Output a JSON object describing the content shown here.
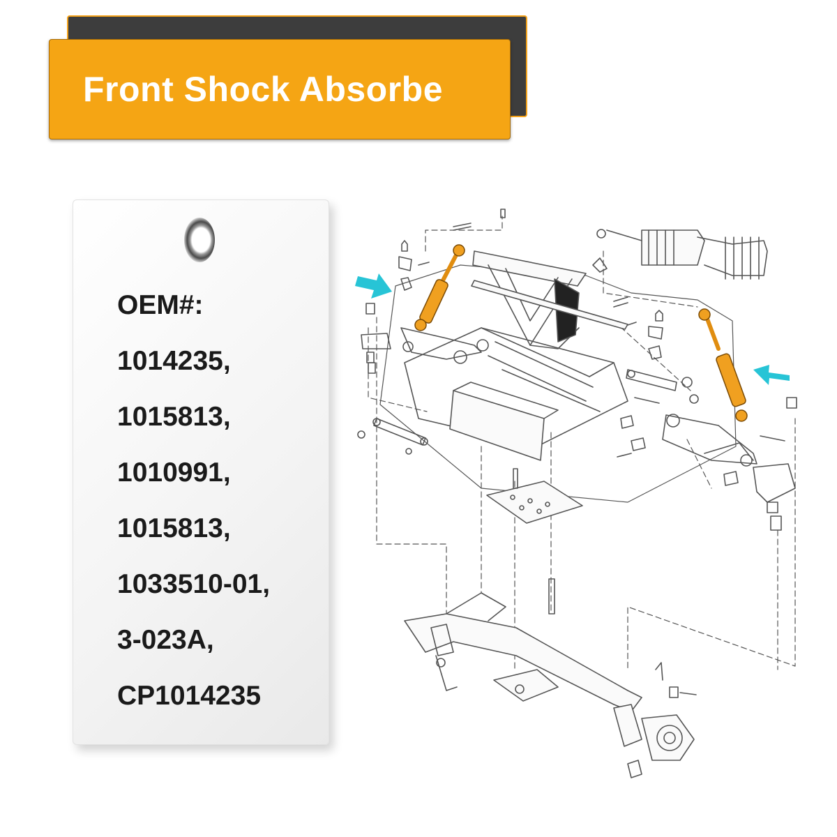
{
  "banner": {
    "title": "Front Shock Absorbe"
  },
  "tag": {
    "lines": [
      "OEM#:",
      "1014235,",
      "1015813,",
      "1010991,",
      "1015813,",
      "1033510-01,",
      "3-023A,",
      "CP1014235"
    ]
  },
  "colors": {
    "accent": "#f5a514",
    "banner_back": "#3d3d3d",
    "arrow": "#27c4d6",
    "shock": "#f0a020",
    "line_art": "#555555"
  },
  "icons": [
    "pointer-arrow-icon",
    "shock-absorber-icon"
  ]
}
